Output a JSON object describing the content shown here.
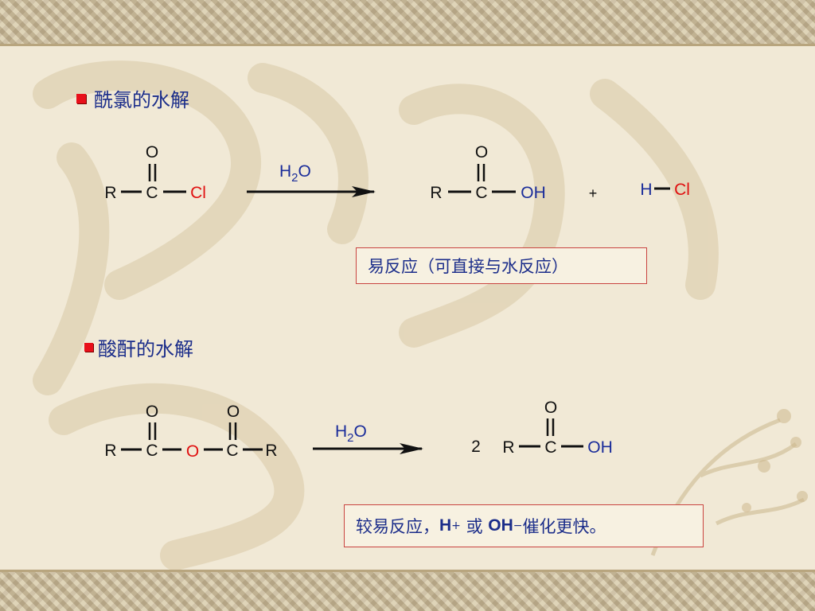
{
  "heading1": "酰氯的水解",
  "heading2": "酸酐的水解",
  "note1": "易反应（可直接与水反应）",
  "note2": {
    "prefix": "较易反应，",
    "h": "H",
    "h_sup": "+",
    "or": " 或 ",
    "oh": "OH",
    "oh_sup": "−",
    "suffix": "催化更快。"
  },
  "reaction1": {
    "reactant": {
      "r": "R",
      "c": "C",
      "o": "O",
      "cl": "Cl"
    },
    "reagent": {
      "h": "H",
      "sub": "2",
      "o": "O"
    },
    "product": {
      "r": "R",
      "c": "C",
      "o": "O",
      "oh": "OH"
    },
    "plus": "+",
    "byproduct": {
      "h": "H",
      "cl": "Cl"
    }
  },
  "reaction2": {
    "reactant": {
      "r1": "R",
      "c1": "C",
      "o1": "O",
      "o_bridge": "O",
      "c2": "C",
      "o2": "O",
      "r2": "R"
    },
    "reagent": {
      "h": "H",
      "sub": "2",
      "o": "O"
    },
    "coefficient": "2",
    "product": {
      "r": "R",
      "c": "C",
      "o": "O",
      "oh": "OH"
    }
  },
  "colors": {
    "heading": "#1b2d8a",
    "bullet": "#e8101a",
    "red_atom": "#e01010",
    "blue_atom": "#1b2d9a",
    "box_border": "#c9433f"
  }
}
